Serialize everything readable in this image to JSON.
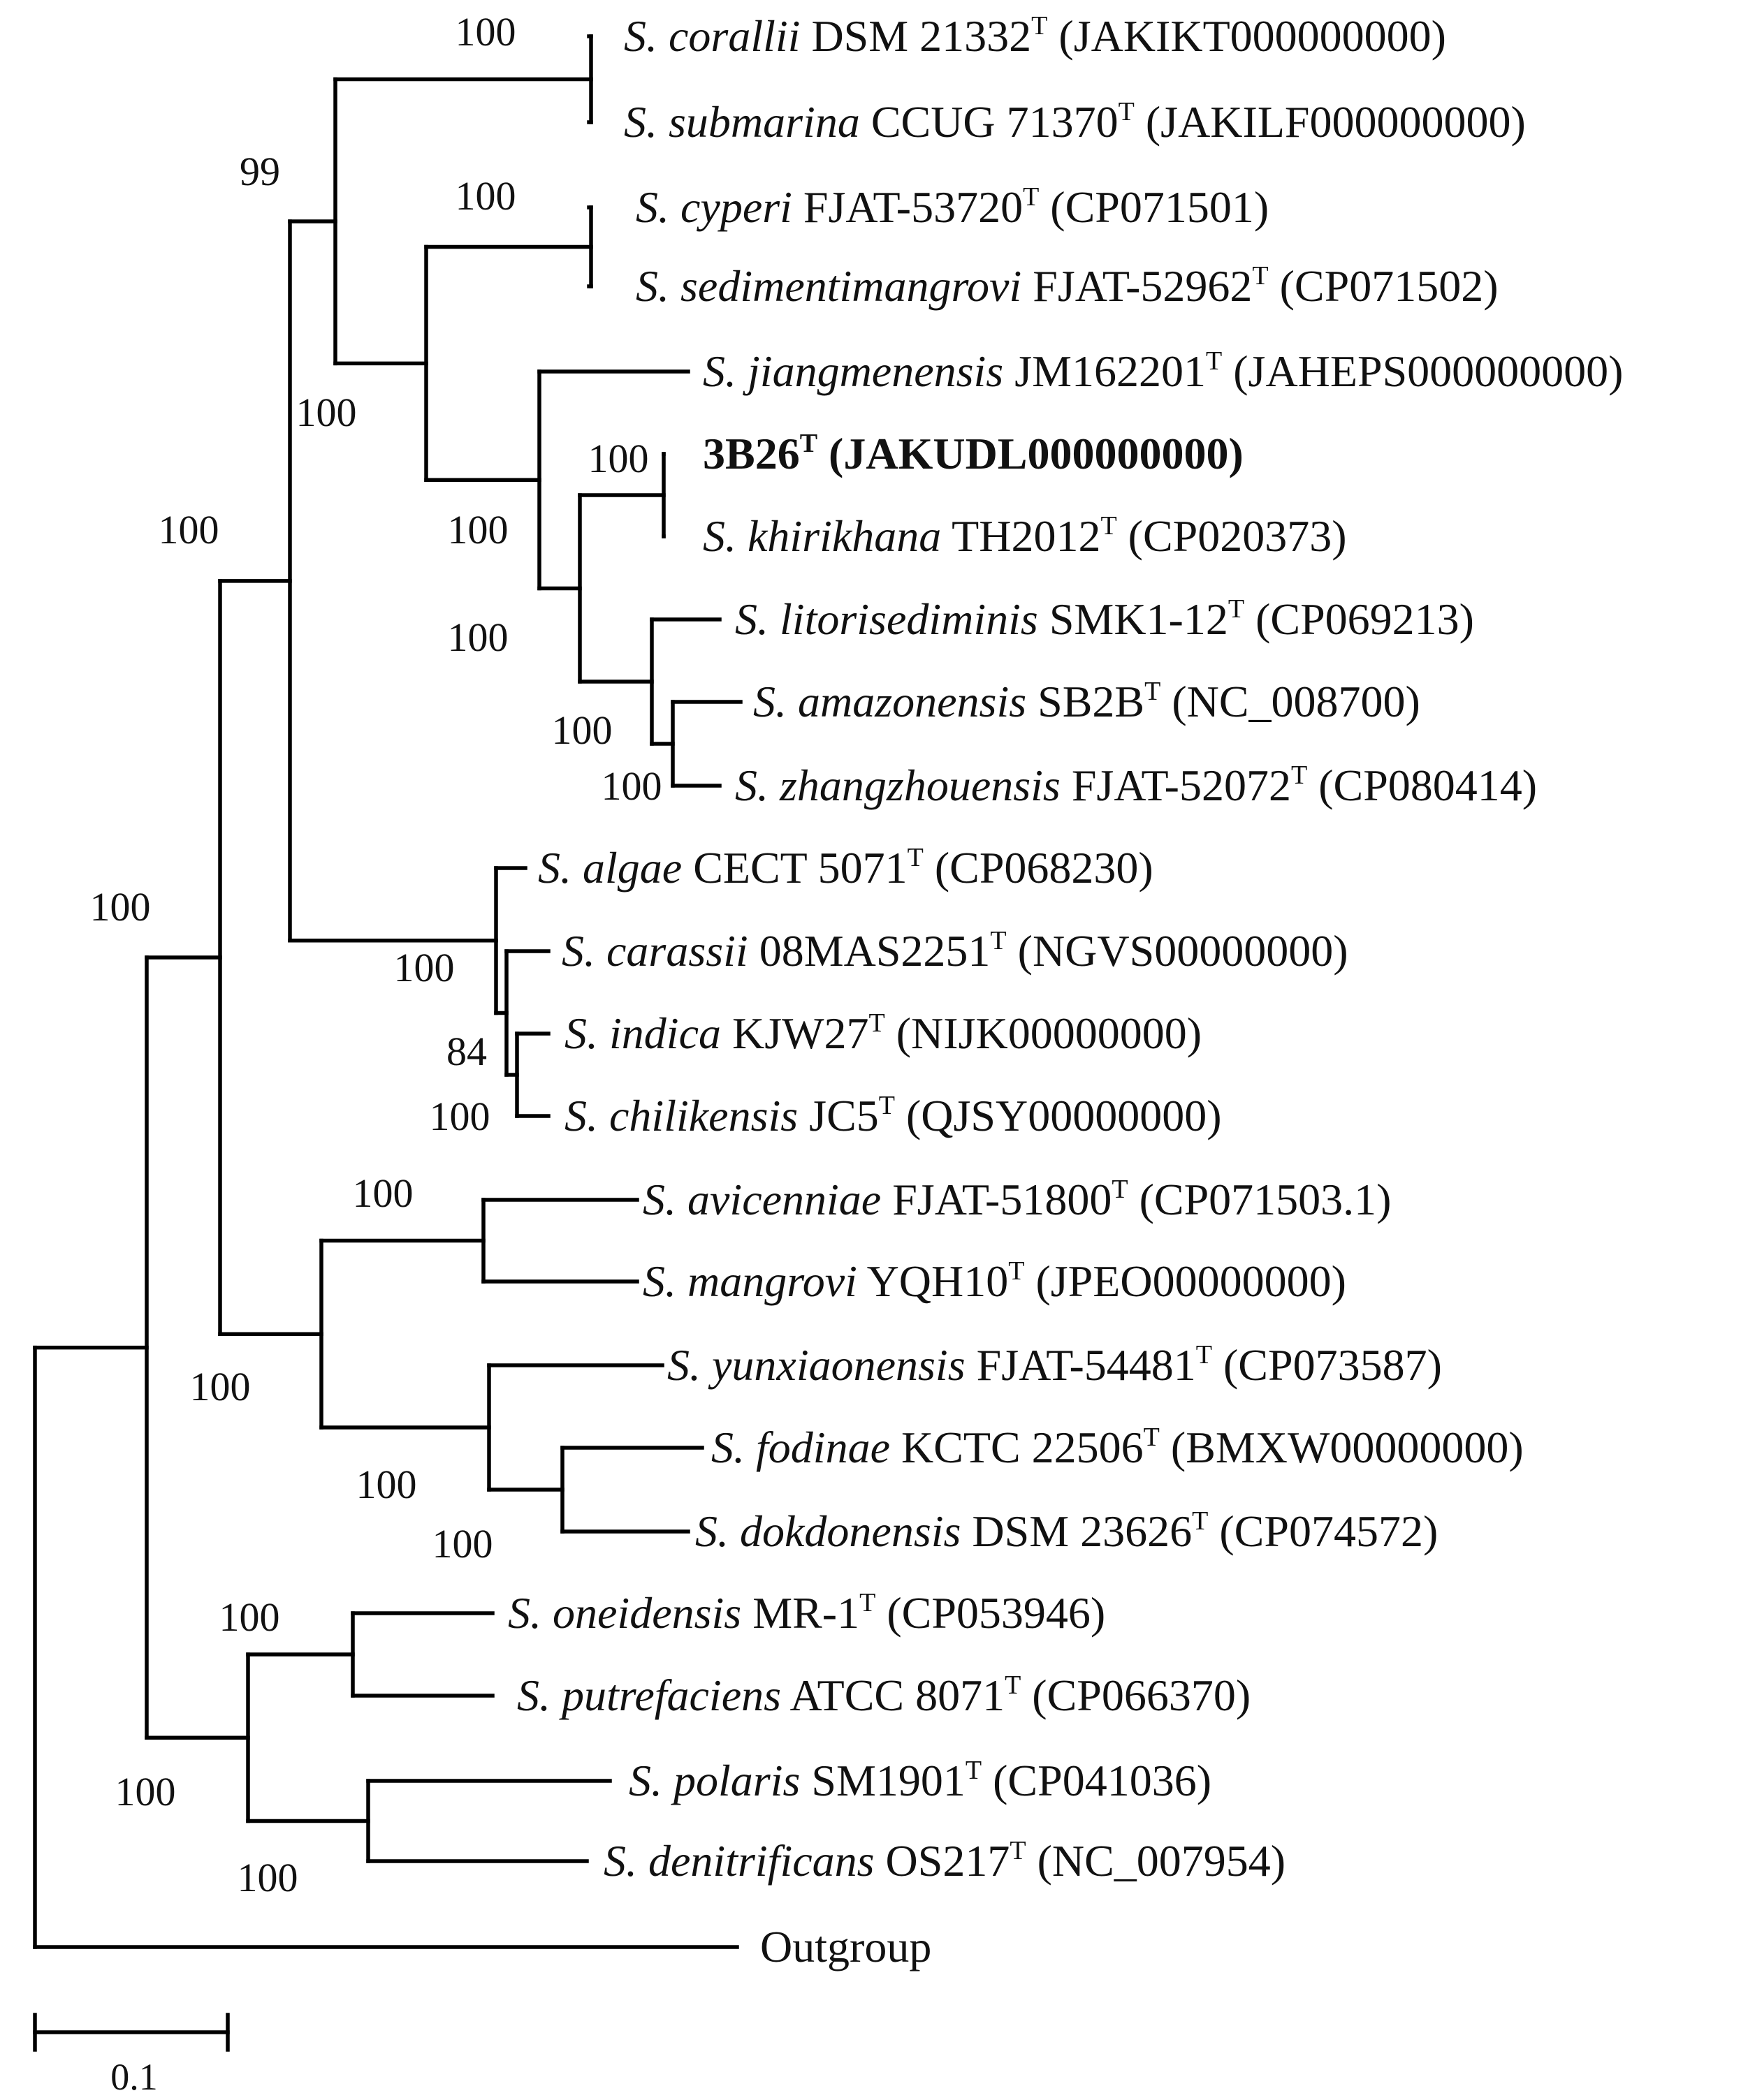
{
  "figure": {
    "leaves": [
      {
        "id": "corallii",
        "species": "S. corallii",
        "strain": "DSM 21332",
        "sup": "T",
        "acc": "(JAKIKT000000000)",
        "bold": false
      },
      {
        "id": "submarina",
        "species": "S. submarina",
        "strain": "CCUG 71370",
        "sup": "T",
        "acc": "(JAKILF000000000)",
        "bold": false
      },
      {
        "id": "cyperi",
        "species": "S. cyperi",
        "strain": "FJAT-53720",
        "sup": "T",
        "acc": "(CP071501)",
        "bold": false
      },
      {
        "id": "sedimentimangrovi",
        "species": "S. sedimentimangrovi",
        "strain": "FJAT-52962",
        "sup": "T",
        "acc": "(CP071502)",
        "bold": false
      },
      {
        "id": "jiangmenensis",
        "species": "S. jiangmenensis",
        "strain": "JM162201",
        "sup": "T",
        "acc": "(JAHEPS000000000)",
        "bold": false
      },
      {
        "id": "3b26",
        "species": "",
        "strain": "3B26",
        "sup": "T",
        "acc": "(JAKUDL000000000)",
        "bold": true
      },
      {
        "id": "khirikhana",
        "species": "S. khirikhana",
        "strain": "TH2012",
        "sup": "T",
        "acc": "(CP020373)",
        "bold": false
      },
      {
        "id": "litorisediminis",
        "species": "S. litorisediminis",
        "strain": "SMK1-12",
        "sup": "T",
        "acc": "(CP069213)",
        "bold": false
      },
      {
        "id": "amazonensis",
        "species": "S. amazonensis",
        "strain": "SB2B",
        "sup": "T",
        "acc": "(NC_008700)",
        "bold": false
      },
      {
        "id": "zhangzhouensis",
        "species": "S. zhangzhouensis",
        "strain": "FJAT-52072",
        "sup": "T",
        "acc": "(CP080414)",
        "bold": false
      },
      {
        "id": "algae",
        "species": "S. algae",
        "strain": "CECT 5071",
        "sup": "T",
        "acc": "(CP068230)",
        "bold": false
      },
      {
        "id": "carassii",
        "species": "S. carassii",
        "strain": "08MAS2251",
        "sup": "T",
        "acc": "(NGVS00000000)",
        "bold": false
      },
      {
        "id": "indica",
        "species": "S. indica",
        "strain": "KJW27",
        "sup": "T",
        "acc": "(NIJK00000000)",
        "bold": false
      },
      {
        "id": "chilikensis",
        "species": "S. chilikensis",
        "strain": "JC5",
        "sup": "T",
        "acc": "(QJSY00000000)",
        "bold": false
      },
      {
        "id": "avicenniae",
        "species": "S. avicenniae",
        "strain": "FJAT-51800",
        "sup": "T",
        "acc": "(CP071503.1)",
        "bold": false
      },
      {
        "id": "mangrovi",
        "species": "S. mangrovi",
        "strain": "YQH10",
        "sup": "T",
        "acc": "(JPEO00000000)",
        "bold": false
      },
      {
        "id": "yunxiaonensis",
        "species": "S. yunxiaonensis",
        "strain": "FJAT-54481",
        "sup": "T",
        "acc": "(CP073587)",
        "bold": false
      },
      {
        "id": "fodinae",
        "species": "S. fodinae",
        "strain": "KCTC 22506",
        "sup": "T",
        "acc": "(BMXW00000000)",
        "bold": false
      },
      {
        "id": "dokdonensis",
        "species": "S. dokdonensis",
        "strain": "DSM 23626",
        "sup": "T",
        "acc": "(CP074572)",
        "bold": false
      },
      {
        "id": "oneidensis",
        "species": "S. oneidensis",
        "strain": "MR-1",
        "sup": "T",
        "acc": "(CP053946)",
        "bold": false
      },
      {
        "id": "putrefaciens",
        "species": "S. putrefaciens",
        "strain": "ATCC 8071",
        "sup": "T",
        "acc": "(CP066370)",
        "bold": false
      },
      {
        "id": "polaris",
        "species": "S. polaris",
        "strain": "SM1901",
        "sup": "T",
        "acc": "(CP041036)",
        "bold": false
      },
      {
        "id": "denitrificans",
        "species": "S. denitrificans",
        "strain": "OS217",
        "sup": "T",
        "acc": "(NC_007954)",
        "bold": false
      },
      {
        "id": "outgroup",
        "species": "",
        "strain": "Outgroup",
        "sup": "",
        "acc": "",
        "bold": false
      }
    ],
    "bootstrap_values": [
      {
        "id": "b-corallii-submarina",
        "value": "100"
      },
      {
        "id": "b-shallow-group",
        "value": "99"
      },
      {
        "id": "b-cyperi-sedimentimangrovi",
        "value": "100"
      },
      {
        "id": "b-deep-shallow",
        "value": "100"
      },
      {
        "id": "b-mid-root",
        "value": "100"
      },
      {
        "id": "b-3b26-khirikhana",
        "value": "100"
      },
      {
        "id": "b-jiangmenensis-clade",
        "value": "100"
      },
      {
        "id": "b-khirikhana-clade",
        "value": "100"
      },
      {
        "id": "b-amazonensis-clade",
        "value": "100"
      },
      {
        "id": "b-amazonensis-zhangzhouensis",
        "value": "100"
      },
      {
        "id": "b-algae-clade",
        "value": "100"
      },
      {
        "id": "b-carassii-clade",
        "value": "84"
      },
      {
        "id": "b-indica-chilikensis",
        "value": "100"
      },
      {
        "id": "b-main-ingroup",
        "value": "100"
      },
      {
        "id": "b-avicenniae-mangrovi",
        "value": "100"
      },
      {
        "id": "b-avicenniae-clade",
        "value": "100"
      },
      {
        "id": "b-yunxiaonensis-clade",
        "value": "100"
      },
      {
        "id": "b-fodinae-dokdonensis",
        "value": "100"
      },
      {
        "id": "b-oneidensis-putrefaciens",
        "value": "100"
      },
      {
        "id": "b-lower-ingroup",
        "value": "100"
      },
      {
        "id": "b-polaris-denitrificans",
        "value": "100"
      }
    ],
    "scale_bar": {
      "label": "0.1",
      "value": 0.1
    }
  }
}
